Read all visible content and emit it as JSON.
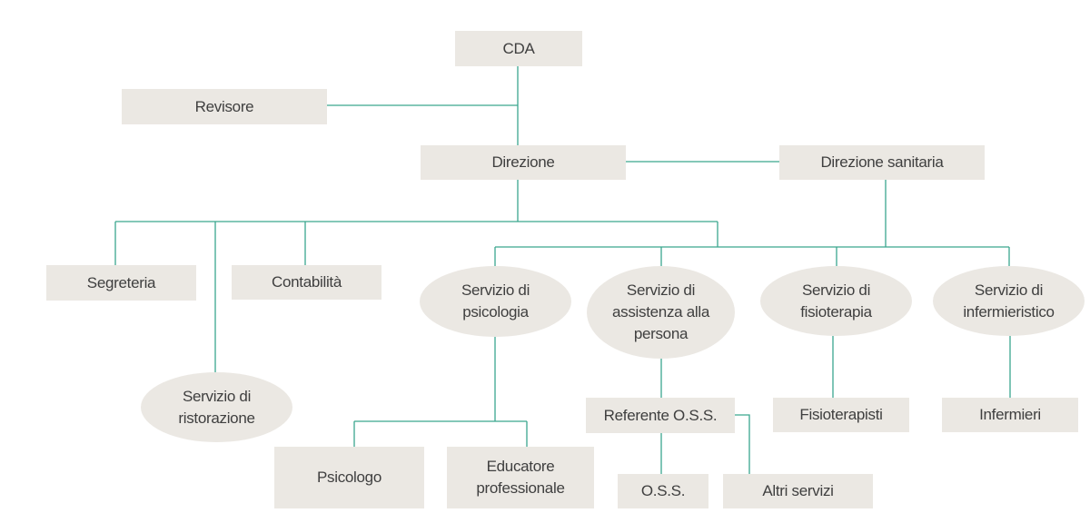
{
  "colors": {
    "box_fill": "#ebe8e3",
    "connector": "#3aa68e",
    "text": "#3f3f3f"
  },
  "org_chart": {
    "nodes": {
      "cda": "CDA",
      "revisore": "Revisore",
      "direzione": "Direzione",
      "direzione_sanitaria": "Direzione sanitaria",
      "segreteria": "Segreteria",
      "contabilita": "Contabilità",
      "servizio_ristorazione": "Servizio di\nristorazione",
      "servizio_psicologia": "Servizio di\npsicologia",
      "servizio_assistenza": "Servizio di\nassistenza alla\npersona",
      "servizio_fisioterapia": "Servizio di\nfisioterapia",
      "servizio_infermieristico": "Servizio di\ninfermieristico",
      "psicologo": "Psicologo",
      "educatore": "Educatore\nprofessionale",
      "referente_oss": "Referente O.S.S.",
      "oss": "O.S.S.",
      "altri_servizi": "Altri servizi",
      "fisioterapisti": "Fisioterapisti",
      "infermieri": "Infermieri"
    },
    "links": [
      [
        "cda",
        "direzione"
      ],
      [
        "revisore",
        "cda-direzione-line"
      ],
      [
        "direzione",
        "direzione_sanitaria"
      ],
      [
        "direzione",
        "segreteria"
      ],
      [
        "direzione",
        "contabilita"
      ],
      [
        "direzione",
        "servizio_ristorazione"
      ],
      [
        "direzione",
        "servizio_psicologia"
      ],
      [
        "direzione",
        "servizio_assistenza"
      ],
      [
        "direzione",
        "servizio_fisioterapia"
      ],
      [
        "direzione",
        "servizio_infermieristico"
      ],
      [
        "direzione_sanitaria",
        "servizio_psicologia"
      ],
      [
        "direzione_sanitaria",
        "servizio_assistenza"
      ],
      [
        "direzione_sanitaria",
        "servizio_fisioterapia"
      ],
      [
        "direzione_sanitaria",
        "servizio_infermieristico"
      ],
      [
        "servizio_psicologia",
        "psicologo"
      ],
      [
        "servizio_psicologia",
        "educatore"
      ],
      [
        "servizio_assistenza",
        "referente_oss"
      ],
      [
        "referente_oss",
        "oss"
      ],
      [
        "referente_oss",
        "altri_servizi"
      ],
      [
        "servizio_fisioterapia",
        "fisioterapisti"
      ],
      [
        "servizio_infermieristico",
        "infermieri"
      ]
    ]
  }
}
